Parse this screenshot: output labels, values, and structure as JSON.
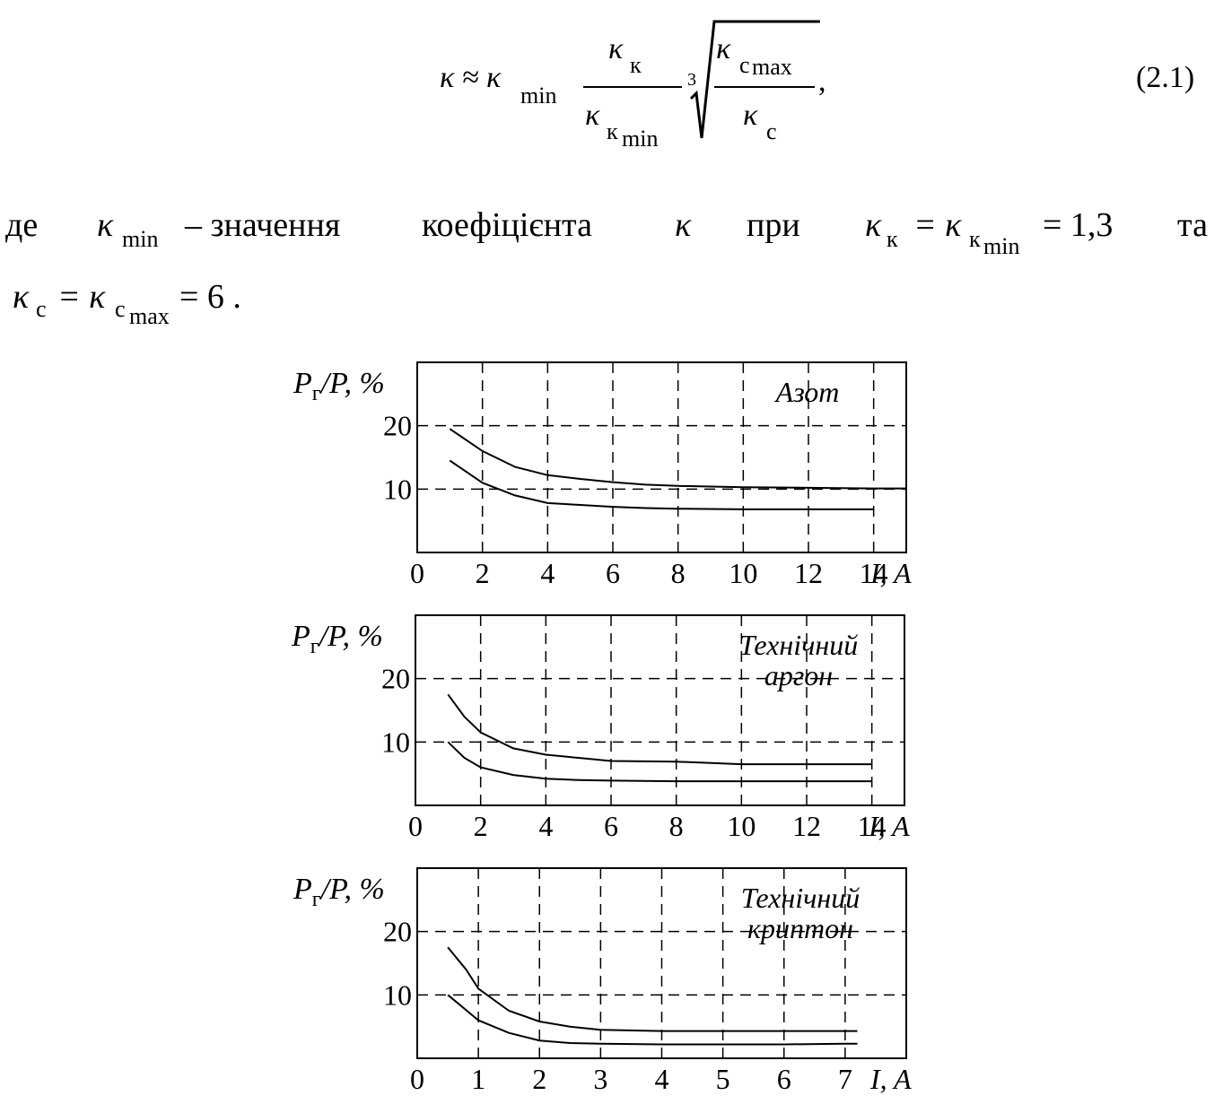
{
  "formula": {
    "lhs": "κ ≈ κ",
    "lhs_sub": "min",
    "num": "κ",
    "num_sub": "к",
    "den": "κ",
    "den_sub": "к",
    "den_subsub": "min",
    "root_index": "3",
    "rad_num": "κ",
    "rad_num_sub": "c",
    "rad_num_subsub": "max",
    "rad_den": "κ",
    "rad_den_sub": "c",
    "comma": ",",
    "number": "(2.1)"
  },
  "paragraph": {
    "w1": "де",
    "kmin": "κ",
    "kmin_sub": "min",
    "w2": "– значення",
    "w3": "коефіцієнта",
    "kappa": "κ",
    "w4": "при",
    "cond1_a": "κ",
    "cond1_a_sub": "к",
    "cond1_eq1": "= κ",
    "cond1_b_sub": "к",
    "cond1_b_subsub": "min",
    "cond1_val": "= 1,3",
    "w5": "та",
    "cond2_a": "κ",
    "cond2_a_sub": "c",
    "cond2_eq1": "= κ",
    "cond2_b_sub": "c",
    "cond2_b_subsub": "max",
    "cond2_val": "= 6 ."
  },
  "chart_data": [
    {
      "type": "line",
      "annotation": [
        "Азот"
      ],
      "ylabel": "P",
      "ylabel_sub": "г",
      "ylabel_rest": "/P, %",
      "xlabel": "I, A",
      "xticks": [
        "0",
        "2",
        "4",
        "6",
        "8",
        "10",
        "12",
        "14"
      ],
      "yticks": [
        "20",
        "10"
      ],
      "xlim": [
        0,
        15
      ],
      "ylim": [
        0,
        30
      ],
      "grid": true,
      "series": [
        {
          "x": [
            1,
            2,
            3,
            4,
            5,
            6,
            7,
            8,
            10,
            12,
            14,
            15
          ],
          "y": [
            19.5,
            16,
            13.5,
            12.2,
            11.6,
            11.1,
            10.7,
            10.5,
            10.3,
            10.2,
            10.1,
            10.1
          ]
        },
        {
          "x": [
            1,
            2,
            3,
            4,
            5,
            6,
            7,
            8,
            10,
            12,
            14
          ],
          "y": [
            14.5,
            11,
            9,
            7.8,
            7.5,
            7.2,
            7.0,
            6.9,
            6.8,
            6.8,
            6.8
          ]
        }
      ]
    },
    {
      "type": "line",
      "annotation": [
        "Технічний",
        "аргон"
      ],
      "ylabel": "P",
      "ylabel_sub": "г",
      "ylabel_rest": "/P, %",
      "xlabel": "I, A",
      "xticks": [
        "0",
        "2",
        "4",
        "6",
        "8",
        "10",
        "12",
        "14"
      ],
      "yticks": [
        "20",
        "10"
      ],
      "xlim": [
        0,
        15
      ],
      "ylim": [
        0,
        30
      ],
      "grid": true,
      "series": [
        {
          "x": [
            1,
            1.5,
            2,
            3,
            4,
            5,
            6,
            8,
            10,
            12,
            14
          ],
          "y": [
            17.5,
            14,
            11.5,
            9,
            8,
            7.5,
            7.0,
            6.9,
            6.5,
            6.5,
            6.5
          ]
        },
        {
          "x": [
            1,
            1.5,
            2,
            3,
            4,
            5,
            6,
            8,
            10,
            12,
            14
          ],
          "y": [
            10,
            7.5,
            6,
            4.8,
            4.2,
            4.0,
            3.9,
            3.8,
            3.8,
            3.8,
            3.8
          ]
        }
      ]
    },
    {
      "type": "line",
      "annotation": [
        "Технічний",
        "криптон"
      ],
      "ylabel": "P",
      "ylabel_sub": "г",
      "ylabel_rest": "/P, %",
      "xlabel": "I, A",
      "xticks": [
        "0",
        "1",
        "2",
        "3",
        "4",
        "5",
        "6",
        "7"
      ],
      "yticks": [
        "20",
        "10"
      ],
      "xlim": [
        0,
        8
      ],
      "ylim": [
        0,
        30
      ],
      "grid": true,
      "series": [
        {
          "x": [
            0.5,
            0.8,
            1,
            1.5,
            2,
            2.5,
            3,
            4,
            5,
            6,
            7,
            7.2
          ],
          "y": [
            17.5,
            14,
            11,
            7.5,
            5.8,
            5.0,
            4.5,
            4.3,
            4.3,
            4.3,
            4.3,
            4.3
          ]
        },
        {
          "x": [
            0.5,
            1,
            1.5,
            2,
            2.5,
            3,
            4,
            5,
            6,
            7,
            7.2
          ],
          "y": [
            10,
            6,
            4,
            2.8,
            2.4,
            2.3,
            2.2,
            2.2,
            2.2,
            2.3,
            2.3
          ]
        }
      ]
    }
  ]
}
